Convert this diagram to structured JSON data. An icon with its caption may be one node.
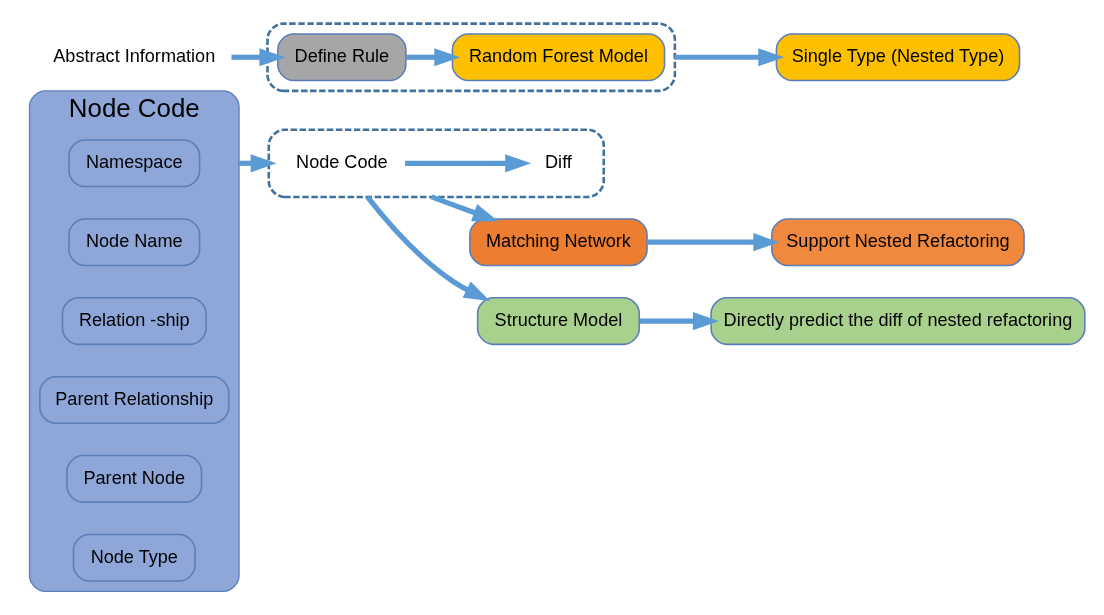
{
  "diagram": {
    "nodes": [
      {
        "text": [
          "Node Code"
        ]
      },
      {
        "text": [
          "Namespace"
        ],
        "in": 0
      },
      {
        "text": [
          "Node Name"
        ],
        "in": 0
      },
      {
        "text": [
          "Relation -ship"
        ],
        "in": 0
      },
      {
        "text": [
          "Parent Relationship"
        ],
        "in": 0
      },
      {
        "text": [
          "Parent Node"
        ],
        "in": 0
      },
      {
        "text": [
          "Node Type"
        ],
        "in": 0
      },
      {
        "text": [
          "Abstract Information"
        ]
      },
      {
        "text": [],
        "shape": "box"
      },
      {
        "text": [
          "Random Forest Model"
        ],
        "in": 8
      },
      {
        "text": [
          "Define Rule"
        ],
        "in": 8
      },
      {
        "text": [
          "Single Type (Nested Type)"
        ]
      },
      {
        "text": [],
        "shape": "box"
      },
      {
        "text": [
          "Node Code"
        ],
        "in": 12
      },
      {
        "text": [
          "Diff"
        ],
        "in": 12
      },
      {
        "text": [
          "Matching Network"
        ]
      },
      {
        "text": [
          "Support Nested Refactoring"
        ]
      },
      {
        "text": [
          "Structure Model"
        ]
      },
      {
        "text": [
          "Directly predict the diff of nested refactoring"
        ]
      }
    ],
    "edges": [
      {
        "from": 0,
        "to": 12,
        "arrow": "to"
      },
      {
        "from": 7,
        "to": 10,
        "arrow": "to"
      },
      {
        "from": 10,
        "to": 9,
        "arrow": "to"
      },
      {
        "from": 8,
        "to": 11,
        "arrow": "to"
      },
      {
        "from": 13,
        "to": 14,
        "arrow": "to"
      },
      {
        "from": 12,
        "to": 15,
        "arrow": "to"
      },
      {
        "from": 12,
        "to": 17,
        "arrow": "to"
      },
      {
        "from": 15,
        "to": 16,
        "arrow": "to"
      },
      {
        "from": 17,
        "to": 18,
        "arrow": "to"
      }
    ]
  }
}
